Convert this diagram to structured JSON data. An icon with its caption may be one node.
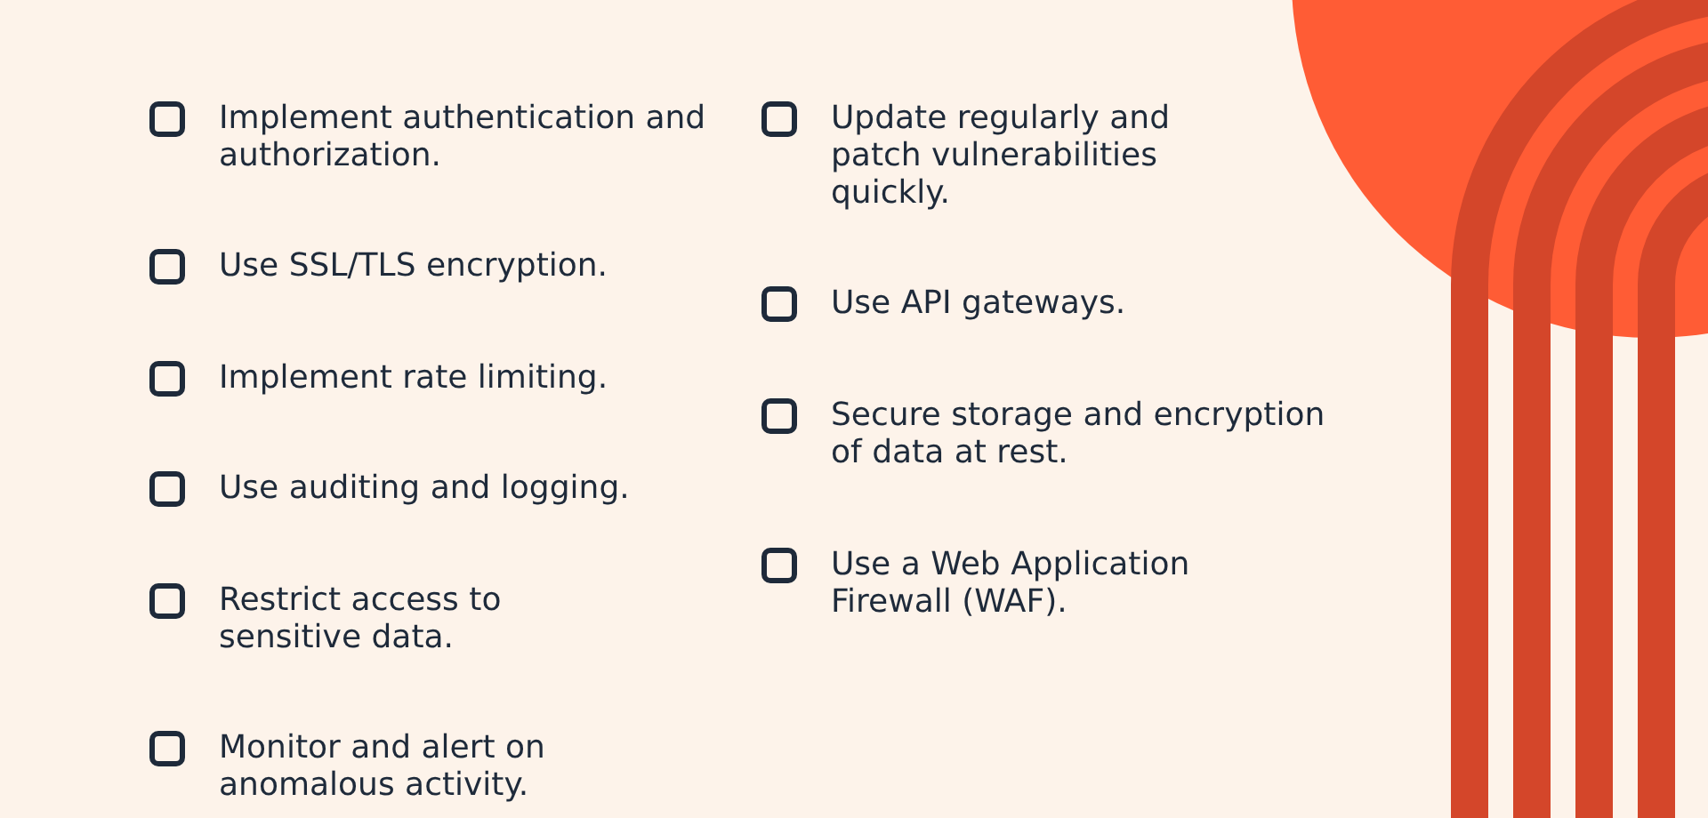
{
  "diagram": {
    "labels": [
      "Implement authentication and authorization.",
      "Use SSL/TLS encryption.",
      "Implement rate limiting.",
      "Use auditing and logging.",
      "Restrict access to sensitive data.",
      "Monitor and alert on anomalous activity.",
      "Update regularly and patch vulnerabilities quickly.",
      "Use API gateways.",
      "Secure storage and encryption of data at rest.",
      "Use a Web Application Firewall (WAF)."
    ]
  }
}
